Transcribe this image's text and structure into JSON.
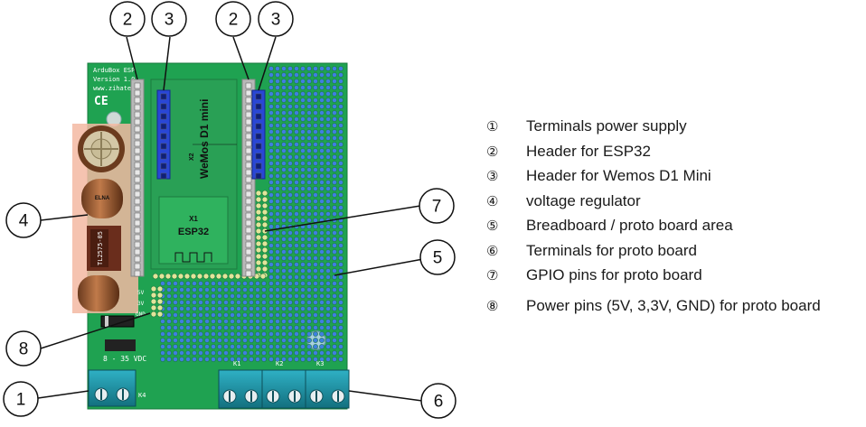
{
  "board": {
    "brand_line": "ArduBox ESP",
    "version_line": "Version 1.0",
    "url_line": "www.zihatec",
    "ce_mark": "CE",
    "module_name": "WeMos D1 mini",
    "module_ref": "X2",
    "esp_ref": "X1",
    "esp_name": "ESP32",
    "regulator_text": "TL2575-05",
    "cap_text": "ELNA",
    "supply_range": "8 - 35 VDC",
    "k1": "K1",
    "k2": "K2",
    "k3": "K3",
    "k4": "K4",
    "pin_5v": "5V",
    "pin_3v": "3V",
    "pin_gnd": "GND"
  },
  "callouts": [
    {
      "label": "2"
    },
    {
      "label": "3"
    },
    {
      "label": "2"
    },
    {
      "label": "3"
    },
    {
      "label": "4"
    },
    {
      "label": "7"
    },
    {
      "label": "5"
    },
    {
      "label": "8"
    },
    {
      "label": "1"
    },
    {
      "label": "6"
    }
  ],
  "legend": [
    {
      "num": "①",
      "text": "Terminals power supply"
    },
    {
      "num": "②",
      "text": "Header for ESP32"
    },
    {
      "num": "③",
      "text": "Header for Wemos D1 Mini"
    },
    {
      "num": "④",
      "text": "voltage regulator"
    },
    {
      "num": "⑤",
      "text": "Breadboard / proto board area"
    },
    {
      "num": "⑥",
      "text": "Terminals for proto board"
    },
    {
      "num": "⑦",
      "text": "GPIO pins for proto board"
    },
    {
      "num": "⑧",
      "text": "Power pins (5V, 3,3V, GND) for proto board"
    }
  ],
  "colors": {
    "pcb": "#1fa251",
    "pad": "#e2e49a",
    "header_blue": "#2946d6",
    "terminal": "#1a8a9c",
    "regulator_highlight": "#f3b9a2"
  }
}
